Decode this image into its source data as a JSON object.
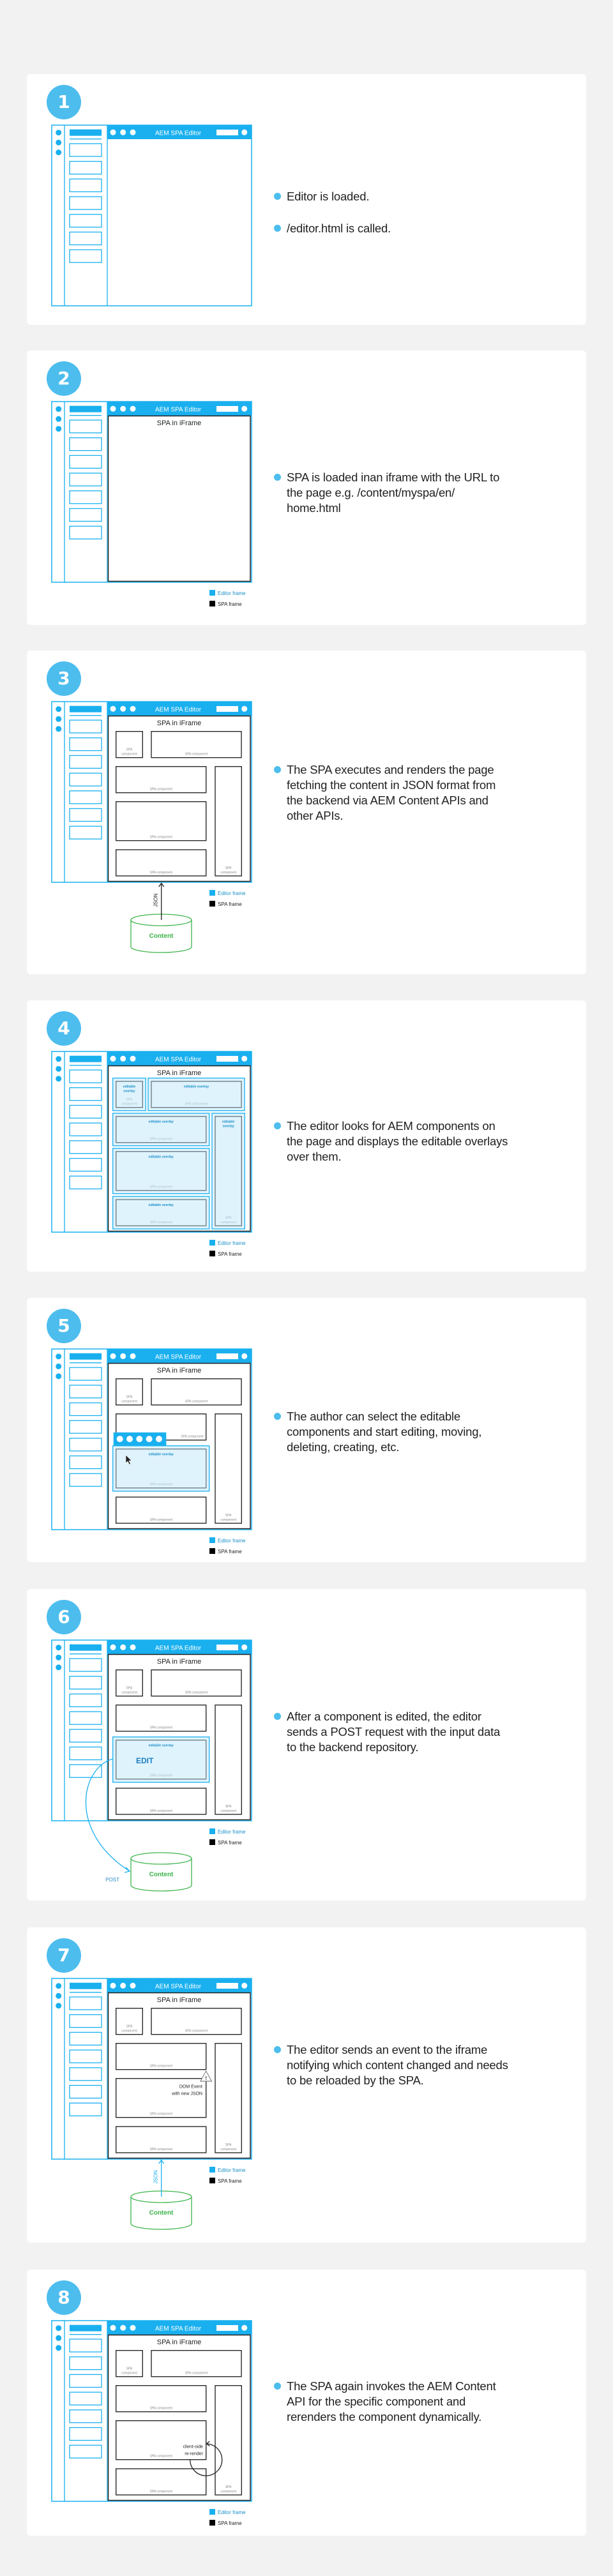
{
  "colors": {
    "background": "#f2f2f2",
    "card": "#ffffff",
    "badge": "#4dbdee",
    "editor_blue": "#1ab0ef",
    "spa_black": "#222222",
    "overlay_fill": "#dff3fc",
    "overlay_text": "#1a8fc8",
    "content_green": "#3cb44a",
    "component_label": "#8a8a8a"
  },
  "labels": {
    "editor_title": "AEM SPA Editor",
    "spa_title": "SPA in iFrame",
    "component": "SPA component",
    "component_short_1": "SPA",
    "component_short_2": "component",
    "overlay": "editable overlay",
    "overlay_short_1": "editable",
    "overlay_short_2": "overlay",
    "legend_editor": "Editor frame",
    "legend_spa": "SPA frame",
    "content": "Content",
    "json": "JSON",
    "post": "POST",
    "edit": "EDIT",
    "dom_event_1": "DOM Event",
    "dom_event_2": "with new JSON",
    "rerender_1": "client-side",
    "rerender_2": "re-render"
  },
  "steps": [
    {
      "number": "1",
      "bullets": [
        "Editor is loaded.",
        "/editor.html is called."
      ],
      "diagram": {
        "spa_frame": false,
        "components": false,
        "overlays": "none",
        "toolbar": false,
        "cursor": false,
        "edit": false,
        "content_store": "none",
        "dom_event": false,
        "rerender": false,
        "legend": false
      }
    },
    {
      "number": "2",
      "bullets": [
        "SPA is loaded inan iframe with the URL to the page e.g. /content/myspa/en/ home.html"
      ],
      "diagram": {
        "spa_frame": true,
        "components": false,
        "overlays": "none",
        "toolbar": false,
        "cursor": false,
        "edit": false,
        "content_store": "none",
        "dom_event": false,
        "rerender": false,
        "legend": true
      }
    },
    {
      "number": "3",
      "bullets": [
        "The SPA executes and renders the page fetching the content in JSON format from the backend via AEM Content APIs and other APIs."
      ],
      "diagram": {
        "spa_frame": true,
        "components": true,
        "overlays": "none",
        "toolbar": false,
        "cursor": false,
        "edit": false,
        "content_store": "json-black",
        "dom_event": false,
        "rerender": false,
        "legend": true
      }
    },
    {
      "number": "4",
      "bullets": [
        "The editor looks for AEM components on the page and displays the editable overlays over them."
      ],
      "diagram": {
        "spa_frame": true,
        "components": true,
        "overlays": "all",
        "toolbar": false,
        "cursor": false,
        "edit": false,
        "content_store": "none",
        "dom_event": false,
        "rerender": false,
        "legend": true
      }
    },
    {
      "number": "5",
      "bullets": [
        "The author can select the editable components and start editing, moving, deleting, creating, etc."
      ],
      "diagram": {
        "spa_frame": true,
        "components": true,
        "overlays": "selected",
        "toolbar": true,
        "cursor": true,
        "edit": false,
        "content_store": "none",
        "dom_event": false,
        "rerender": false,
        "legend": true
      }
    },
    {
      "number": "6",
      "bullets": [
        "After a component is edited, the editor sends a POST request with the input data to the backend repository."
      ],
      "diagram": {
        "spa_frame": true,
        "components": true,
        "overlays": "selected",
        "toolbar": false,
        "cursor": false,
        "edit": true,
        "content_store": "post",
        "dom_event": false,
        "rerender": false,
        "legend": true
      }
    },
    {
      "number": "7",
      "bullets": [
        "The editor sends an event to the iframe notifying which content changed and needs to be reloaded by the SPA."
      ],
      "diagram": {
        "spa_frame": true,
        "components": true,
        "overlays": "none",
        "toolbar": false,
        "cursor": false,
        "edit": false,
        "content_store": "json-blue",
        "dom_event": true,
        "rerender": false,
        "legend": true
      }
    },
    {
      "number": "8",
      "bullets": [
        "The SPA again invokes the AEM Content API for the specific component and rerenders the component dynamically."
      ],
      "diagram": {
        "spa_frame": true,
        "components": true,
        "overlays": "none",
        "toolbar": false,
        "cursor": false,
        "edit": false,
        "content_store": "none",
        "dom_event": false,
        "rerender": true,
        "legend": true
      }
    }
  ]
}
